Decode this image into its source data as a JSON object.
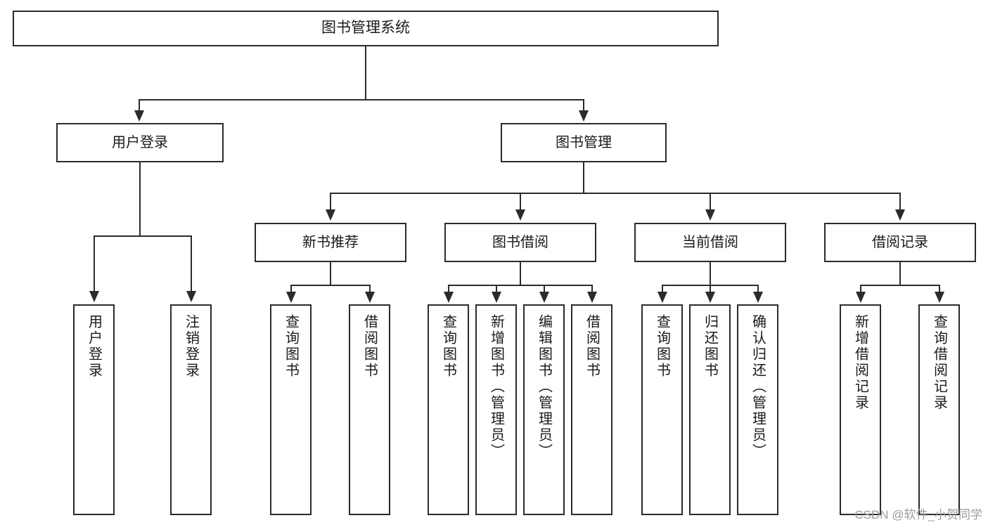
{
  "diagram": {
    "type": "tree-hierarchy",
    "title": "图书管理系统",
    "root": {
      "label": "图书管理系统"
    },
    "level2": [
      {
        "label": "用户登录"
      },
      {
        "label": "图书管理"
      }
    ],
    "level3": [
      {
        "label": "新书推荐"
      },
      {
        "label": "图书借阅"
      },
      {
        "label": "当前借阅"
      },
      {
        "label": "借阅记录"
      }
    ],
    "leaves": {
      "user_login": [
        {
          "label": "用户登录"
        },
        {
          "label": "注销登录"
        }
      ],
      "new_book_recommend": [
        {
          "label": "查询图书"
        },
        {
          "label": "借阅图书"
        }
      ],
      "book_borrow": [
        {
          "label": "查询图书"
        },
        {
          "label": "新增图书（管理员）"
        },
        {
          "label": "编辑图书（管理员）"
        },
        {
          "label": "借阅图书"
        }
      ],
      "current_borrow": [
        {
          "label": "查询图书"
        },
        {
          "label": "归还图书"
        },
        {
          "label": "确认归还（管理员）"
        }
      ],
      "borrow_record": [
        {
          "label": "新增借阅记录"
        },
        {
          "label": "查询借阅记录"
        }
      ]
    }
  },
  "watermark": {
    "text": "CSDN @软件_小贺同学"
  },
  "colors": {
    "stroke": "#2b2b2b",
    "background": "#ffffff",
    "text": "#1a1a1a",
    "watermark": "#9b9b9b"
  }
}
